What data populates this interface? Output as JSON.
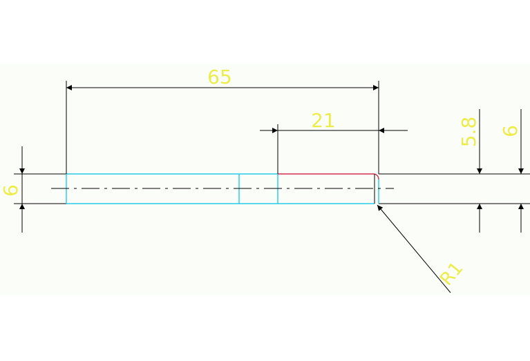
{
  "drawing": {
    "dimensions": {
      "overall_length": "65",
      "section_length": "21",
      "left_height": "6",
      "right_inner_height": "5.8",
      "right_outer_height": "6",
      "fillet_radius": "R1"
    },
    "colors": {
      "background": "#fbfdf8",
      "dimension_text": "#ecec4a",
      "dimension_line": "#000000",
      "part_outline_cyan": "#22cbe6",
      "part_outline_red": "#cf2b4c"
    }
  }
}
